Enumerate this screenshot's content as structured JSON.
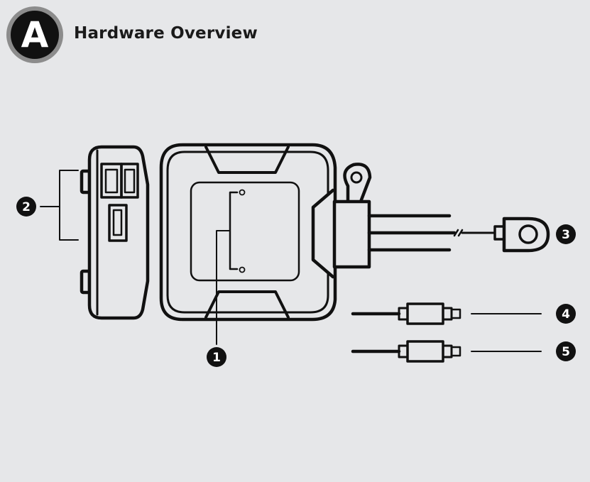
{
  "header": {
    "section_letter": "A",
    "title": "Hardware Overview"
  },
  "callouts": [
    {
      "number": "1"
    },
    {
      "number": "2"
    },
    {
      "number": "3"
    },
    {
      "number": "4"
    },
    {
      "number": "5"
    }
  ]
}
